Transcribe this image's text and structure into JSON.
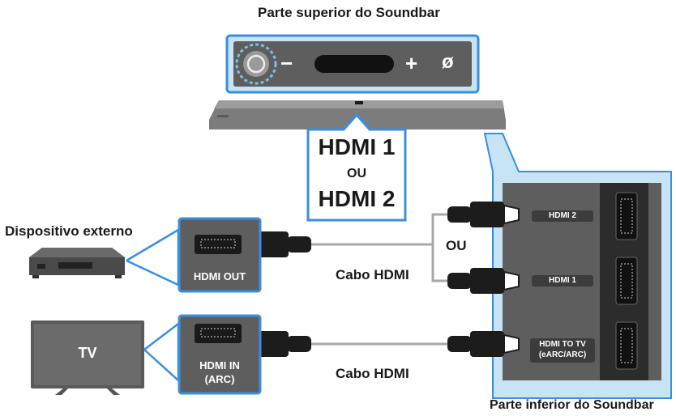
{
  "labels": {
    "top_title": "Parte superior do Soundbar",
    "hdmi1_big": "HDMI 1",
    "ou_mid": "OU",
    "hdmi2_big": "HDMI 2",
    "external_device": "Dispositivo externo",
    "hdmi_out": "HDMI OUT",
    "cable_top": "Cabo HDMI",
    "ou_right": "OU",
    "tv": "TV",
    "hdmi_in_line1": "HDMI IN",
    "hdmi_in_line2": "(ARC)",
    "cable_bottom": "Cabo HDMI",
    "port_hdmi2": "HDMI 2",
    "port_hdmi1": "HDMI 1",
    "port_tv_line1": "HDMI TO TV",
    "port_tv_line2": "(eARC/ARC)",
    "bottom_title": "Parte inferior do Soundbar",
    "panel_minus": "−",
    "panel_plus": "+",
    "panel_mute": "ø"
  },
  "icons": [
    "source-button-icon",
    "volume-down-icon",
    "volume-up-icon",
    "mic-mute-icon",
    "hdmi-connector-icon",
    "hdmi-port-icon",
    "set-top-box-icon",
    "tv-icon"
  ],
  "colors": {
    "highlight_blue": "#3b8ede",
    "callout_fill": "#c6e4f3",
    "panel_gray": "#5e5e5e",
    "port_dark": "#2c2c2c"
  }
}
